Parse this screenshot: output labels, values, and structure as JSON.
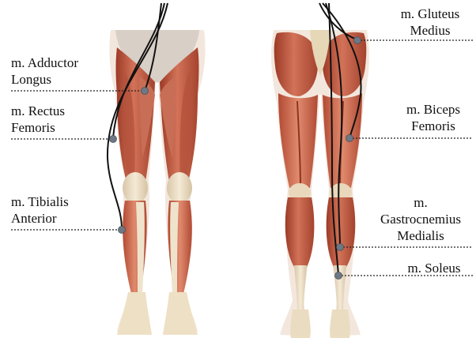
{
  "labels": {
    "adductor_longus": [
      "m. Adductor",
      "Longus"
    ],
    "rectus_femoris": [
      "m. Rectus",
      "Femoris"
    ],
    "tibialis_anterior": [
      "m. Tibialis",
      "Anterior"
    ],
    "gluteus_medius": [
      "m. Gluteus",
      "Medius"
    ],
    "biceps_femoris": [
      "m. Biceps",
      "Femoris"
    ],
    "gastrocnemius_medialis": [
      "m.",
      "Gastrocnemius",
      "Medialis"
    ],
    "soleus": [
      "m. Soleus"
    ]
  },
  "colors": {
    "skin": "#f1e2d6",
    "muscle_dark": "#a5402c",
    "muscle": "#c8624a",
    "muscle_light": "#e09a80",
    "tendon": "#efe2c8",
    "bone": "#e8d9b5",
    "wire": "#111111",
    "electrode": "#6e7884"
  }
}
